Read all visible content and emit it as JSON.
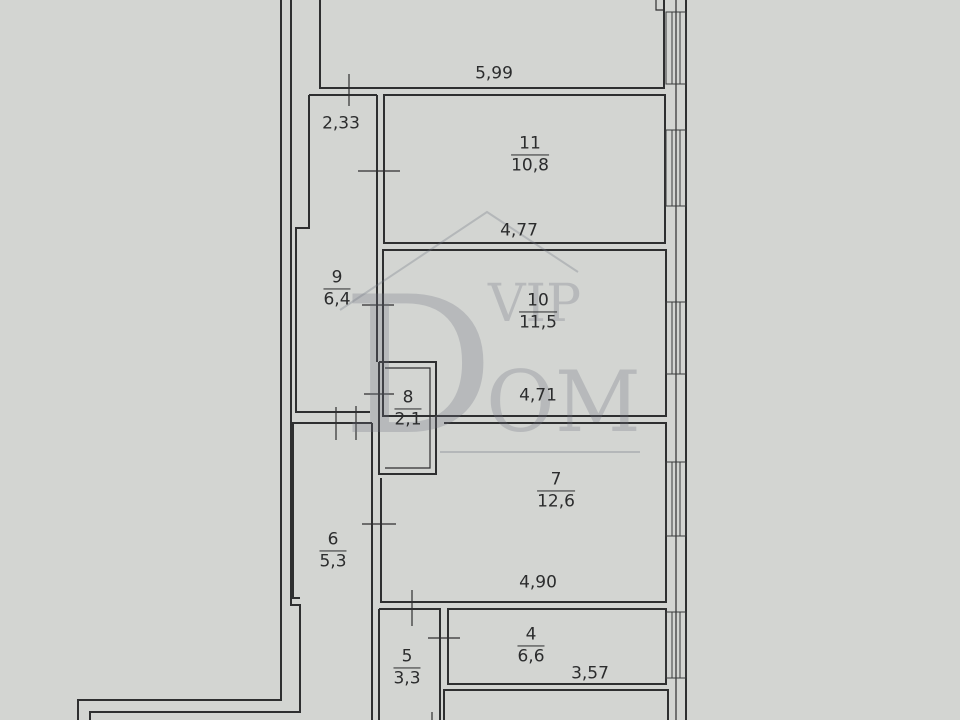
{
  "watermark": {
    "letter": "D",
    "upper": "VIP",
    "lower": "OM"
  },
  "dimensions": [
    "5,99",
    "2,33",
    "4,77",
    "4,71",
    "4,90",
    "3,57"
  ],
  "rooms": [
    {
      "number": "11",
      "area": "10,8"
    },
    {
      "number": "10",
      "area": "11,5"
    },
    {
      "number": "9",
      "area": "6,4"
    },
    {
      "number": "8",
      "area": "2,1"
    },
    {
      "number": "7",
      "area": "12,6"
    },
    {
      "number": "6",
      "area": "5,3"
    },
    {
      "number": "5",
      "area": "3,3"
    },
    {
      "number": "4",
      "area": "6,6"
    }
  ]
}
